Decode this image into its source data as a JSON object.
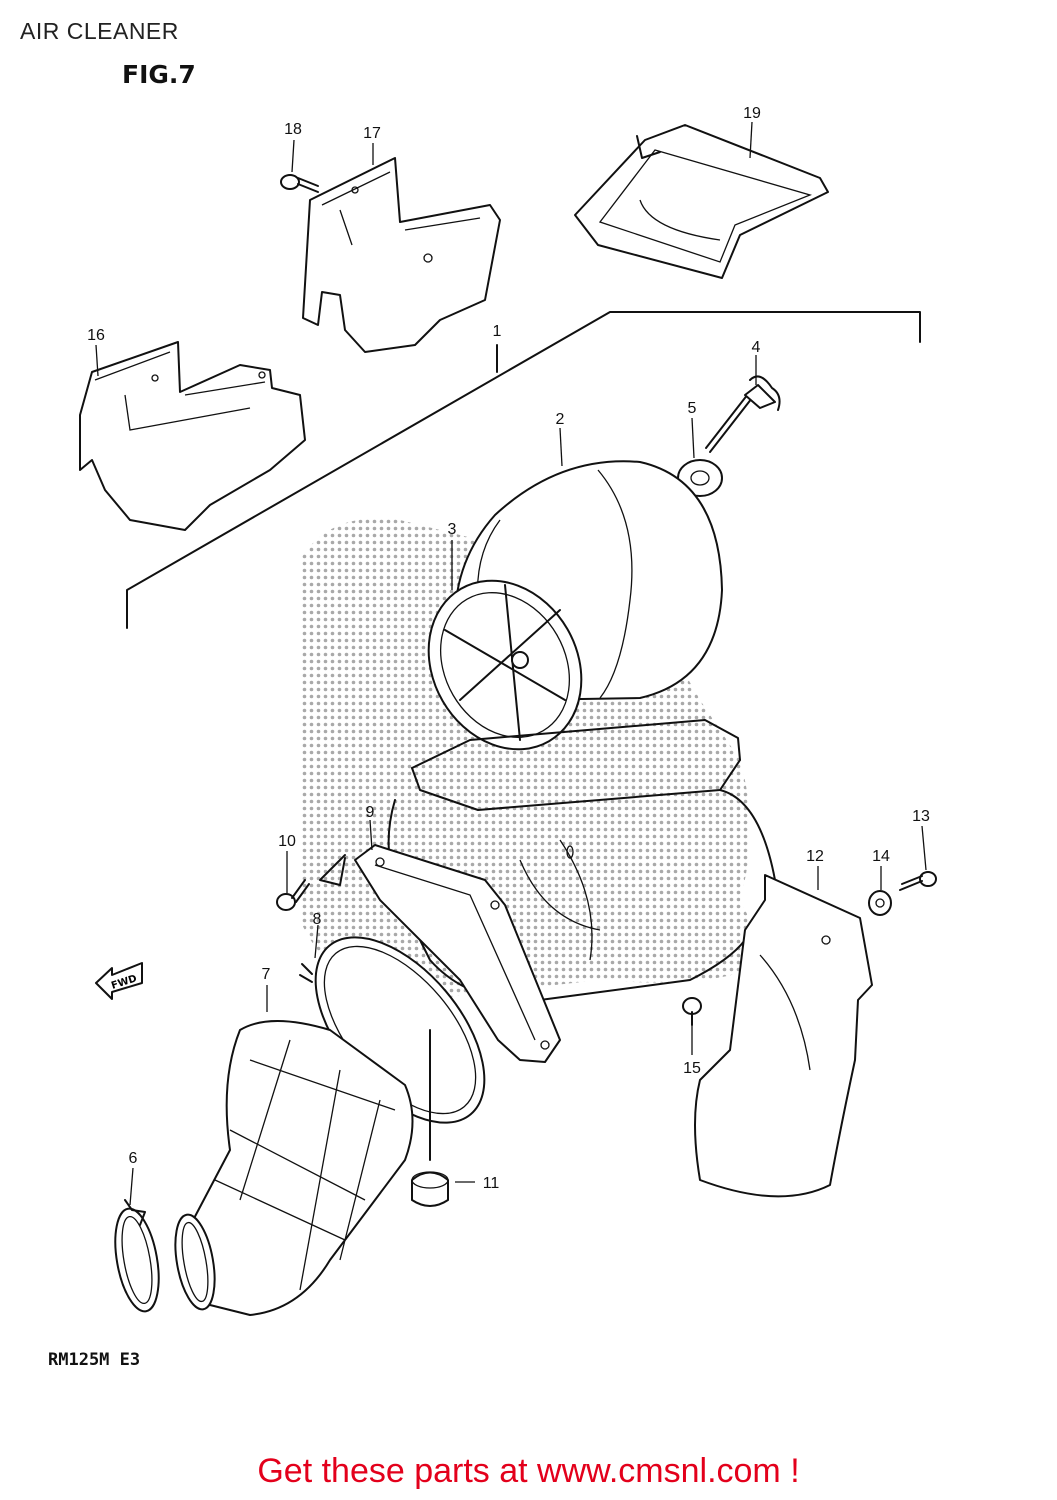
{
  "page_title": "AIR CLEANER",
  "figure_label": "FIG.7",
  "model_code": "RM125M  E3",
  "direction_label": "FWD",
  "footer_text": "Get these parts at www.cmsnl.com !",
  "colors": {
    "footer": "#e3001b",
    "line": "#111111",
    "watermark": "#9a9a9a"
  },
  "callouts": [
    {
      "label": "1"
    },
    {
      "label": "2"
    },
    {
      "label": "3"
    },
    {
      "label": "4"
    },
    {
      "label": "5"
    },
    {
      "label": "6"
    },
    {
      "label": "7"
    },
    {
      "label": "8"
    },
    {
      "label": "9"
    },
    {
      "label": "10"
    },
    {
      "label": "11"
    },
    {
      "label": "12"
    },
    {
      "label": "13"
    },
    {
      "label": "14"
    },
    {
      "label": "15"
    },
    {
      "label": "16"
    },
    {
      "label": "17"
    },
    {
      "label": "18"
    },
    {
      "label": "19"
    }
  ]
}
